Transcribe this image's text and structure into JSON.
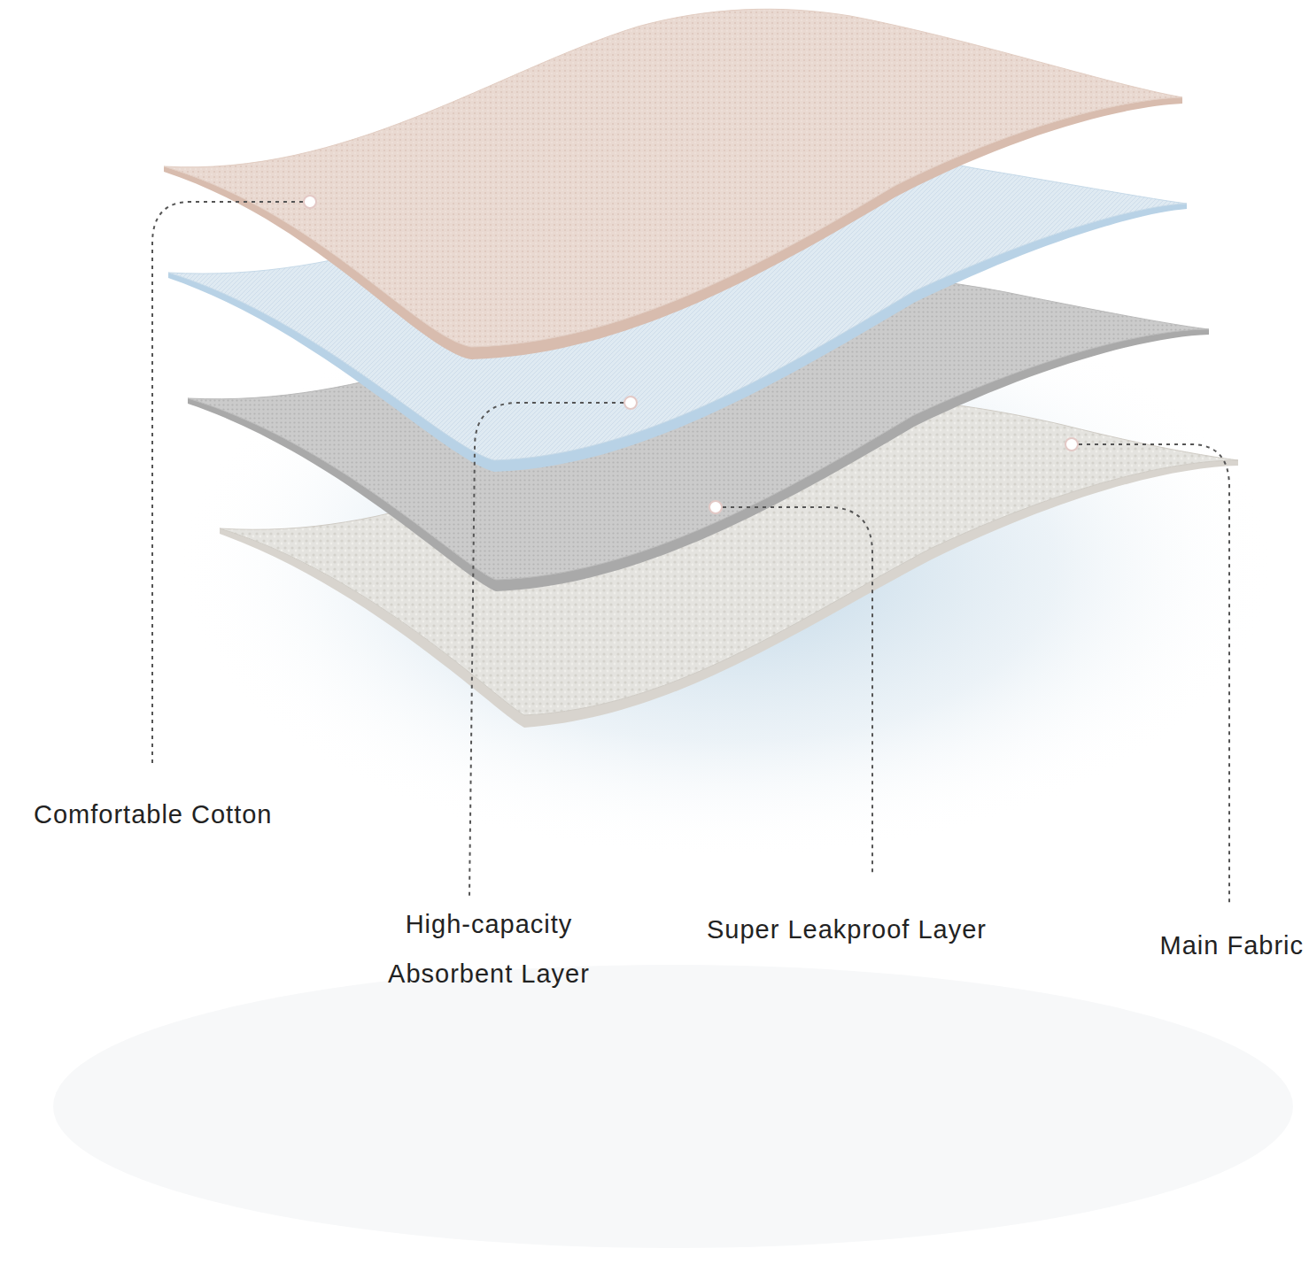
{
  "diagram": {
    "labels": [
      "Comfortable Cotton",
      "High-capacity Absorbent Layer",
      "Super Leakproof Layer",
      "Main Fabric"
    ]
  }
}
